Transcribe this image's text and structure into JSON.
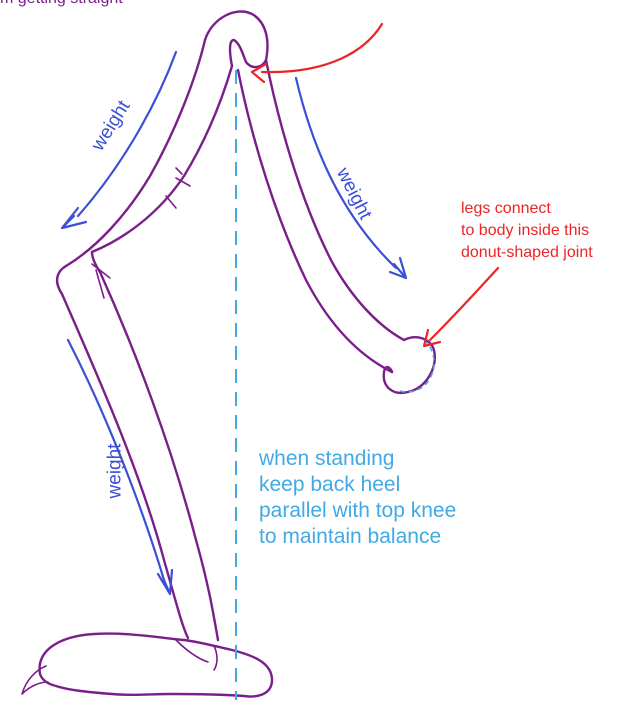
{
  "top_note": "m getting straight",
  "weight_labels": [
    "weight",
    "weight",
    "weight"
  ],
  "joint_note": [
    "legs connect",
    "to body inside this",
    "donut-shaped joint"
  ],
  "balance_note": [
    "when standing",
    "keep back heel",
    "parallel with top knee",
    "to maintain balance"
  ],
  "colors": {
    "leg_outline": "#7a1f8a",
    "weight_arrows": "#3c4fd6",
    "joint_annotation": "#ee2424",
    "balance_guide": "#41a9e3"
  }
}
